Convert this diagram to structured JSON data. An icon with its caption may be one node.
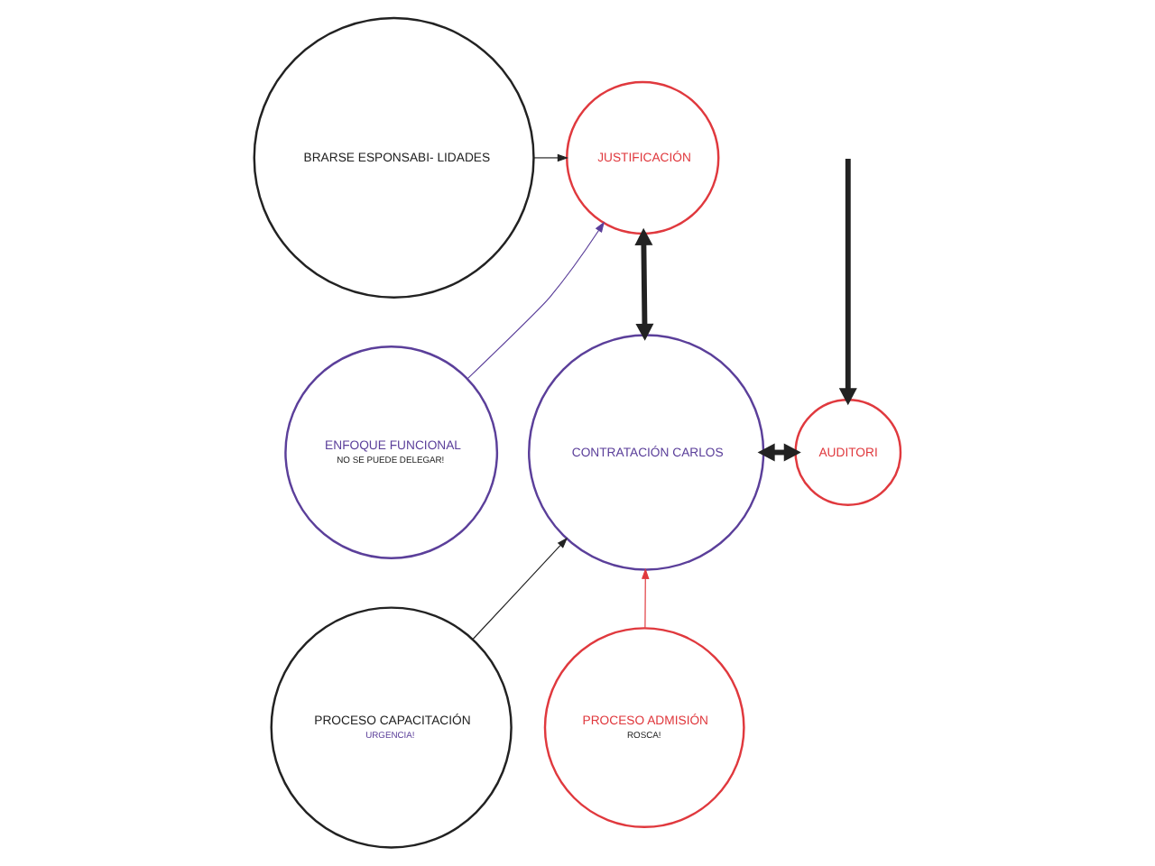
{
  "diagram": {
    "nodes": [
      {
        "text": [
          "BRARSE ESPONSABI- LIDADES"
        ]
      },
      {
        "text": [
          "JUSTIFICACIÓN"
        ]
      },
      {
        "text": [
          "ENFOQUE FUNCIONAL",
          "NO SE PUEDE DELEGAR!"
        ]
      },
      {
        "text": [
          "CONTRATACIÓN CARLOS"
        ]
      },
      {
        "text": [
          "AUDITORI"
        ]
      },
      {
        "text": [
          "PROCESO CAPACITACIÓN",
          "URGENCIA!"
        ]
      },
      {
        "text": [
          "PROCESO ADMISIÓN",
          "ROSCA!"
        ]
      }
    ],
    "edges": [
      {
        "from": 0,
        "to": 1,
        "arrow": "to"
      },
      {
        "from": 2,
        "to": 1,
        "arrow": "to",
        "color": "#5b3f9a"
      },
      {
        "from": 1,
        "to": 3,
        "arrow": "both",
        "style": "thick"
      },
      {
        "from": 3,
        "to": 4,
        "arrow": "both",
        "style": "thick"
      },
      {
        "from": null,
        "to": 4,
        "arrow": "to",
        "style": "thick"
      },
      {
        "from": 5,
        "to": 3,
        "arrow": "to"
      },
      {
        "from": 6,
        "to": 3,
        "arrow": "to",
        "color": "#e0393e"
      }
    ]
  }
}
